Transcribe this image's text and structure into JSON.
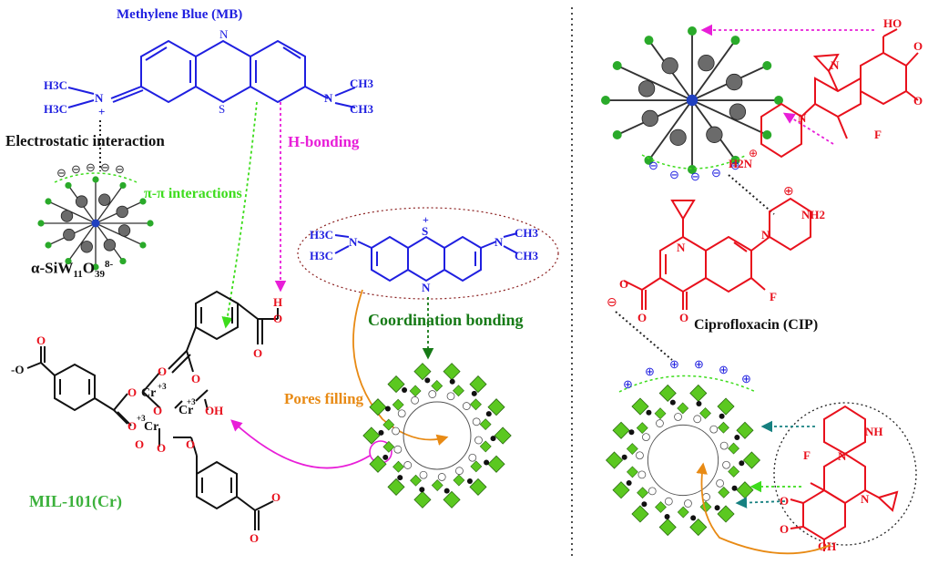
{
  "colors": {
    "mb": "#1f1fe0",
    "cip": "#e8101c",
    "hbond": "#e81ed8",
    "pi": "#3ddc1c",
    "coord": "#167a16",
    "pores": "#e88a14",
    "teal": "#168080",
    "mil": "#3cb13c",
    "cluster_green": "#2aaa2a",
    "cluster_gray": "#6b6b6b",
    "poly_green": "#5bc820"
  },
  "labels": {
    "mb_title": "Methylene Blue (MB)",
    "electrostatic": "Electrostatic interaction",
    "hbonding": "H-bonding",
    "pi_pi": "π-π interactions",
    "polyoxometalate_prefix": "α-SiW",
    "polyoxometalate_sub1": "11",
    "polyoxometalate_o": "O",
    "polyoxometalate_sub2": "39",
    "polyoxometalate_sup": "8-",
    "coordination": "Coordination bonding",
    "pores": "Pores filling",
    "mil": "MIL-101(Cr)",
    "cip_title": "Ciprofloxacin (CIP)"
  },
  "mb_top": {
    "n_top": "N",
    "s": "S",
    "h3c_1": "H3C",
    "h3c_2": "H3C",
    "n_left": "N",
    "plus": "+",
    "n_right": "N",
    "ch3_1": "CH3",
    "ch3_2": "CH3"
  },
  "mb_mid": {
    "h3c_1": "H3C",
    "h3c_2": "H3C",
    "n_left": "N",
    "s": "S",
    "plus": "+",
    "n_bottom": "N",
    "n_right": "N",
    "ch3_1": "CH3",
    "ch3_2": "CH3"
  },
  "mil_struct": {
    "o_minus_left": "-O",
    "o1": "O",
    "o2": "O",
    "o3": "O",
    "o4": "O",
    "o5": "O",
    "o6": "O",
    "o7": "O",
    "o8": "O",
    "o_acid": "O",
    "h": "H",
    "o_acid2": "O",
    "cr1": "Cr",
    "cr1_ox": "+3",
    "cr2": "Cr",
    "cr2_ox": "+3",
    "cr3": "Cr",
    "cr3_ox": "+3",
    "oh": "OH",
    "o_minus_bottom": "O",
    "o_end1": "O",
    "o_end2": "O"
  },
  "cip_top": {
    "ho": "HO",
    "n1": "N",
    "o": "O",
    "o2": "O",
    "f": "F",
    "n2": "N",
    "h2n": "H2N",
    "plus": "⊕"
  },
  "cip_mid": {
    "n1": "N",
    "n2": "N",
    "nh2": "NH2",
    "plus": "⊕",
    "minus": "⊖",
    "o1": "O",
    "o2": "O",
    "o3": "O",
    "f": "F"
  },
  "cip_bottom": {
    "nh": "NH",
    "n1": "N",
    "f": "F",
    "n2": "N",
    "o1": "O",
    "o2": "O",
    "oh": "OH"
  },
  "charges": {
    "minus": "⊖",
    "plus": "⊕"
  }
}
